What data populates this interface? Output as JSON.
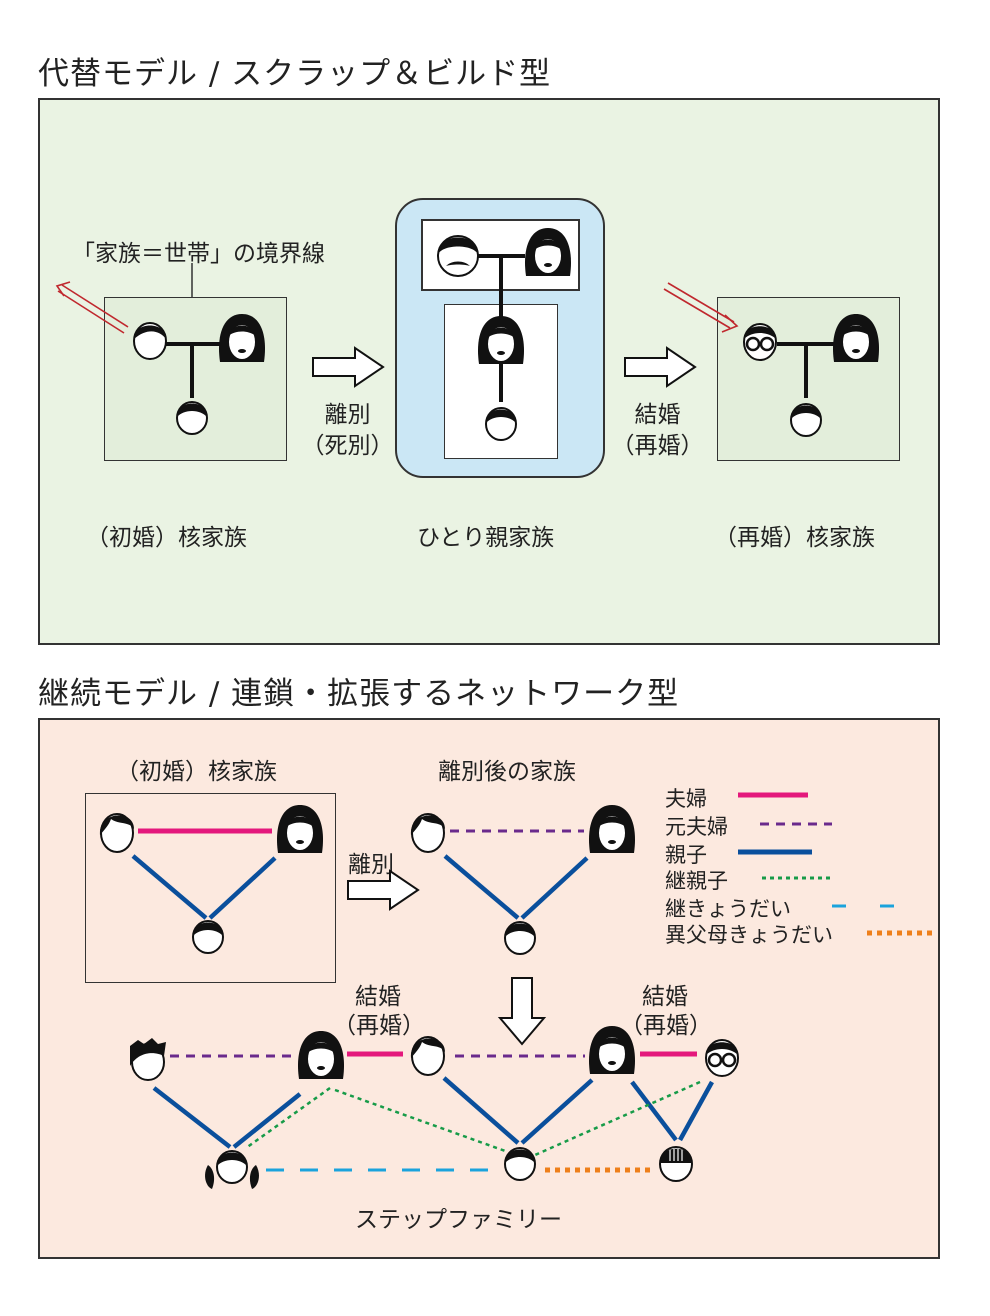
{
  "top": {
    "title": "代替モデル / スクラップ＆ビルド型",
    "boundary_label": "「家族＝世帯」の境界線",
    "arrow1_label": [
      "離別",
      "（死別）"
    ],
    "arrow2_label": [
      "結婚",
      "（再婚）"
    ],
    "family1_caption": "（初婚）核家族",
    "family2_caption": "ひとり親家族",
    "family3_caption": "（再婚）核家族"
  },
  "bottom": {
    "title": "継続モデル / 連鎖・拡張するネットワーク型",
    "first_family_caption": "（初婚）核家族",
    "after_divorce_caption": "離別後の家族",
    "divorce_arrow_label": "離別",
    "remarriage_left_label": [
      "結婚",
      "（再婚）"
    ],
    "remarriage_right_label": [
      "結婚",
      "（再婚）"
    ],
    "step_family_caption": "ステップファミリー",
    "legend": [
      {
        "label": "夫婦",
        "color": "#e4187c",
        "style": "solid"
      },
      {
        "label": "元夫婦",
        "color": "#6a2a8c",
        "style": "dashed"
      },
      {
        "label": "親子",
        "color": "#0a4f9c",
        "style": "solid"
      },
      {
        "label": "継親子",
        "color": "#179b48",
        "style": "dotted"
      },
      {
        "label": "継きょうだい",
        "color": "#1aa3dc",
        "style": "longdash"
      },
      {
        "label": "異父母きょうだい",
        "color": "#ee7f1a",
        "style": "dotted-thick"
      }
    ]
  },
  "colors": {
    "top_panel_bg": "#eaf3e3",
    "bottom_panel_bg": "#fce9df",
    "single_parent_bg": "#cbe7f5",
    "boundary_arrow": "#c0282e",
    "couple": "#e4187c",
    "ex_couple": "#6a2a8c",
    "parent_child": "#0a4f9c",
    "step_parent": "#179b48",
    "step_sibling": "#1aa3dc",
    "half_sibling": "#ee7f1a"
  }
}
